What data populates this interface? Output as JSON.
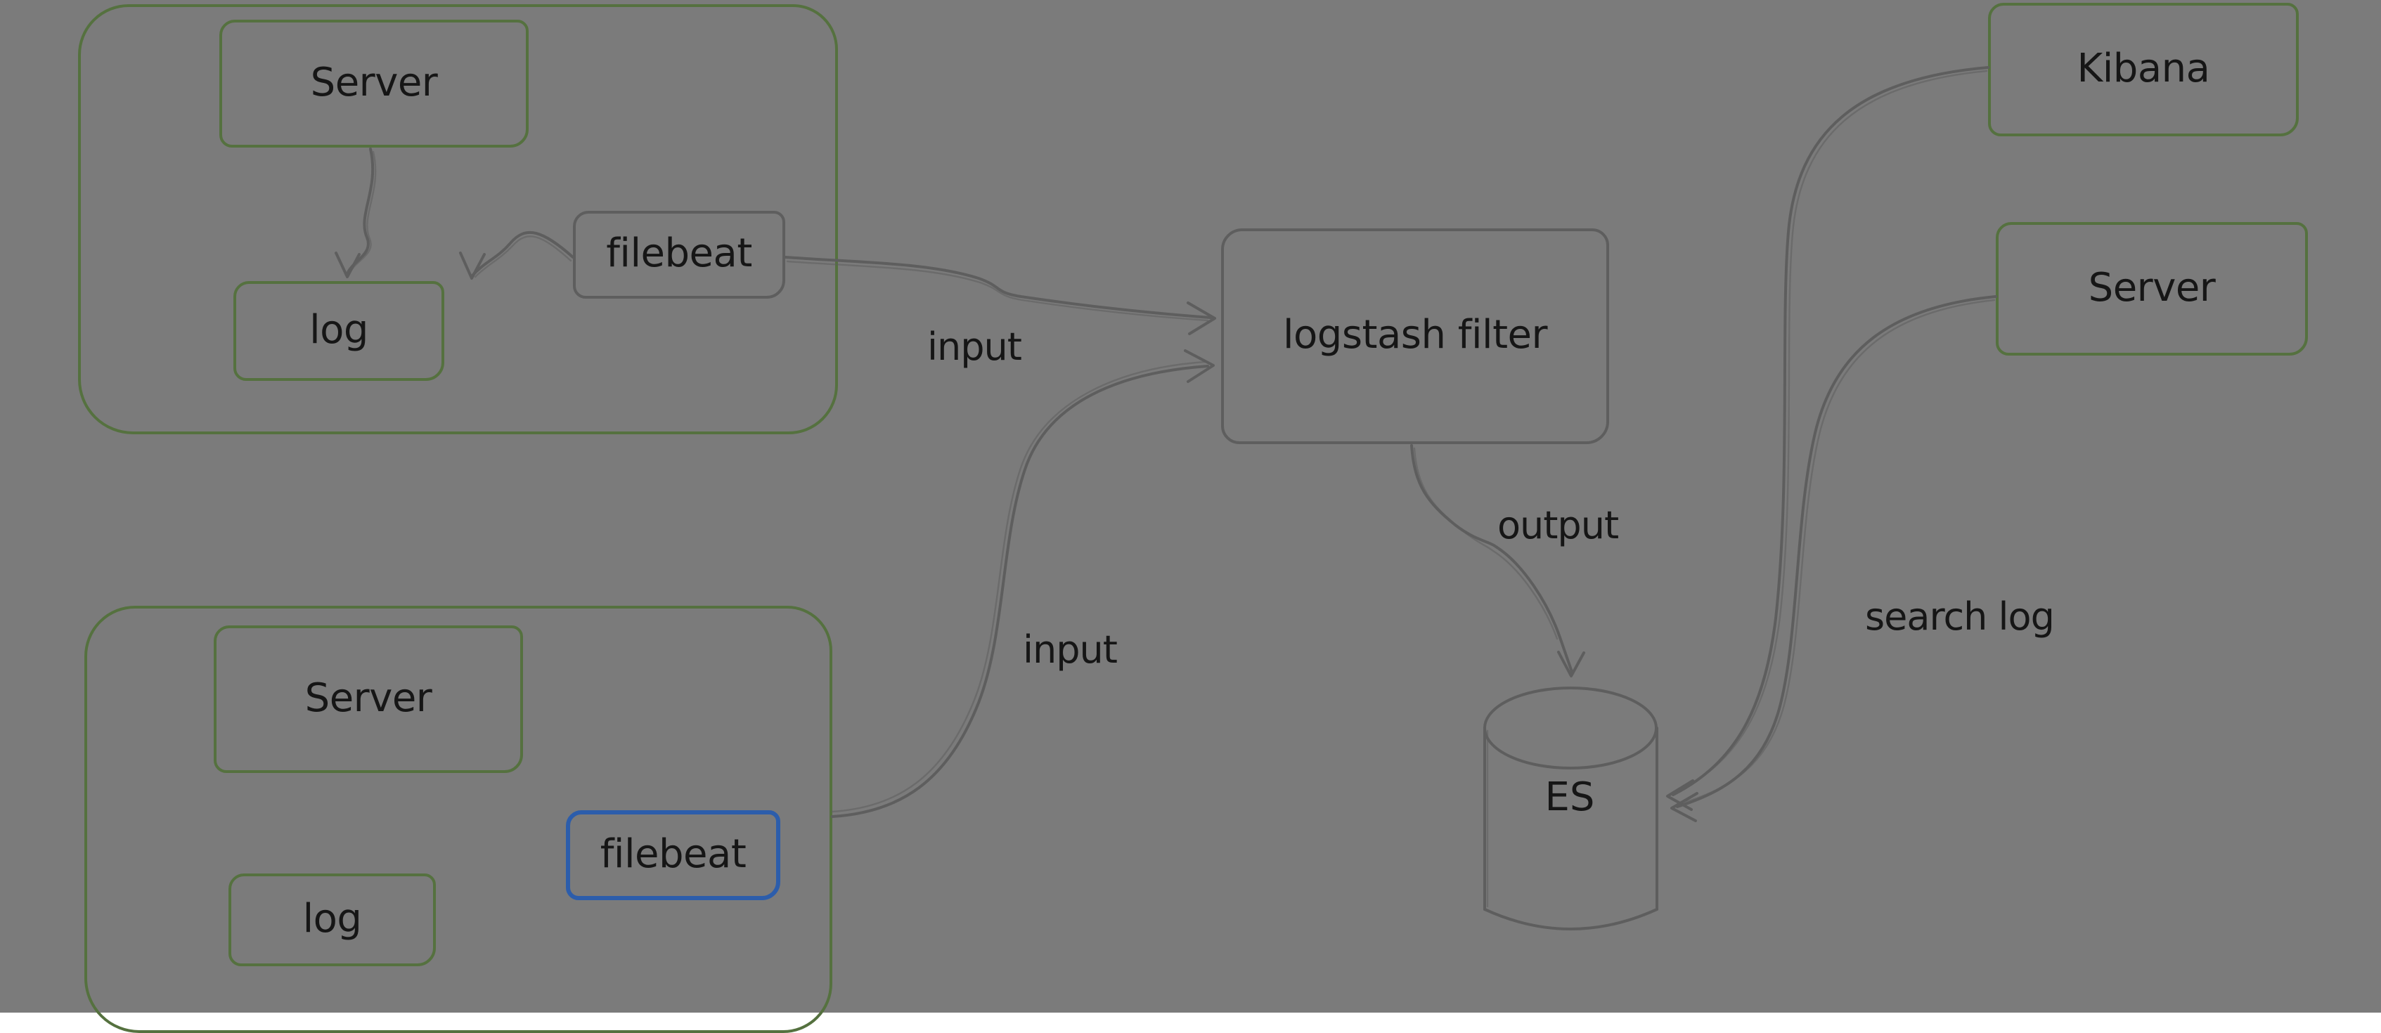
{
  "canvas": {
    "background": "#7b7b7b"
  },
  "colors": {
    "container_green": "#55713f",
    "node_gray": "#5e5e5e",
    "accent_blue": "#2c5dab",
    "connector_gray": "#5e5e5e",
    "text": "#161616"
  },
  "nodes": {
    "server1": {
      "label": "Server"
    },
    "log1": {
      "label": "log"
    },
    "filebeat1": {
      "label": "filebeat"
    },
    "server2": {
      "label": "Server"
    },
    "log2": {
      "label": "log"
    },
    "filebeat2": {
      "label": "filebeat"
    },
    "logstash": {
      "label": "logstash filter"
    },
    "es": {
      "label": "ES"
    },
    "kibana": {
      "label": "Kibana"
    },
    "server3": {
      "label": "Server"
    }
  },
  "edges": {
    "input1": {
      "label": "input"
    },
    "input2": {
      "label": "input"
    },
    "output": {
      "label": "output"
    },
    "search_log": {
      "label": "search log"
    }
  }
}
